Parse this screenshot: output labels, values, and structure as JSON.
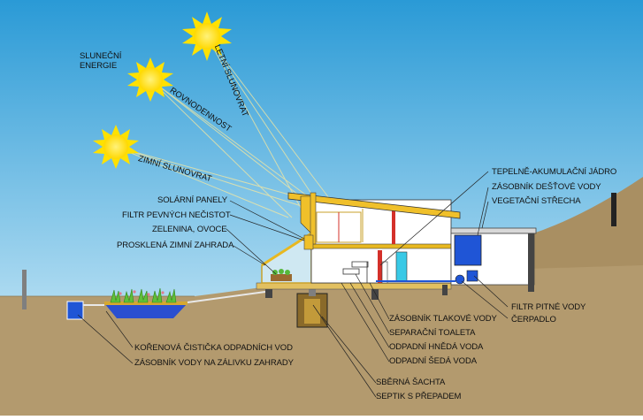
{
  "diagram": {
    "sun_labels": {
      "energy_line1": "SLUNEČNÍ",
      "energy_line2": "ENERGIE",
      "summer": "LETNÍ SLUNOVRAT",
      "equinox": "ROVNODENNOST",
      "winter": "ZIMNÍ SLUNOVRAT"
    },
    "left_labels": {
      "solar_panels": "SOLÁRNÍ PANELY",
      "solids_filter": "FILTR PEVNÝCH NEČISTOT",
      "vegetables": "ZELENINA, OVOCE",
      "winter_garden": "PROSKLENÁ ZIMNÍ ZAHRADA"
    },
    "right_labels": {
      "thermal_core": "TEPELNĚ-AKUMULAČNÍ JÁDRO",
      "rain_tank": "ZÁSOBNÍK DEŠŤOVÉ VODY",
      "green_roof": "VEGETAČNÍ STŘECHA",
      "drinking_filter": "FILTR PITNÉ VODY",
      "pump": "ČERPADLO"
    },
    "bottom_labels": {
      "root_treatment": "KOŘENOVÁ ČISTIČKA ODPADNÍCH VOD",
      "irrigation_tank": "ZÁSOBNÍK VODY NA ZÁLIVKU ZAHRADY",
      "pressure_tank": "ZÁSOBNÍK TLAKOVÉ VODY",
      "separating_toilet": "SEPARAČNÍ TOALETA",
      "brown_water": "ODPADNÍ HNĚDÁ VODA",
      "grey_water": "ODPADNÍ ŠEDÁ VODA",
      "collection_shaft": "SBĚRNÁ ŠACHTA",
      "septic": "SEPTIK S PŘEPADEM"
    },
    "colors": {
      "sky_top": "#2a9ad6",
      "sky_bottom": "#dff3fb",
      "ground": "#b39a6e",
      "sun": "#ffe100",
      "timber": "#f0c02a",
      "water": "#1f55d6"
    }
  }
}
